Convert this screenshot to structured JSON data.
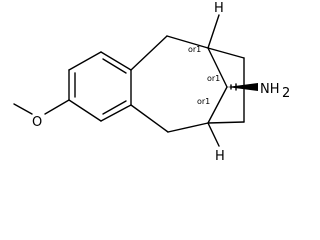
{
  "molecule": {
    "atoms": {
      "oxygen": "O",
      "amine": "NH",
      "amine_subscript": "2",
      "hydrogen_top": "H",
      "hydrogen_bottom": "H"
    },
    "stereo_labels": {
      "top_bridgehead": "or1",
      "bridge_carbon": "or1",
      "bottom_bridgehead": "or1"
    }
  }
}
